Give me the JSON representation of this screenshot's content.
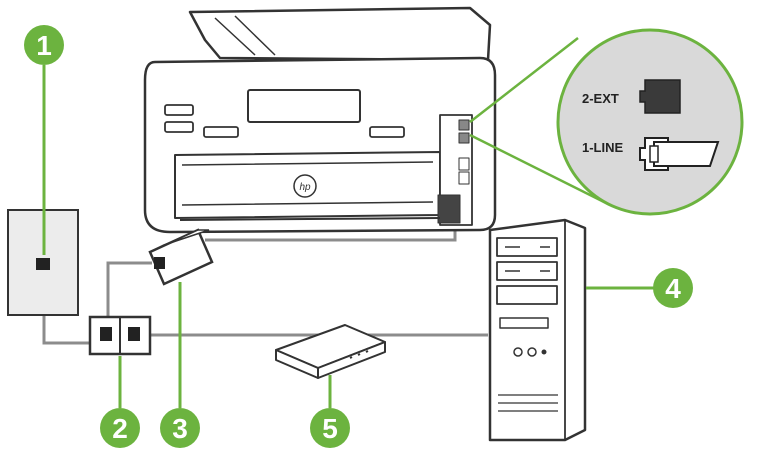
{
  "callouts": [
    {
      "number": "1",
      "meaning": "telephone wall jack"
    },
    {
      "number": "2",
      "meaning": "DSL/ADSL splitter"
    },
    {
      "number": "3",
      "meaning": "DSL/ADSL filter"
    },
    {
      "number": "4",
      "meaning": "computer"
    },
    {
      "number": "5",
      "meaning": "computer dial-up modem"
    }
  ],
  "ports": {
    "ext_label": "2-EXT",
    "line_label": "1-LINE"
  },
  "colors": {
    "callout_green": "#6cb33f",
    "line_gray": "#8c8c8c",
    "outline": "#333333",
    "zoom_bg": "#d9d9d9"
  },
  "icons": {
    "printer": "hp-printer-rear-view",
    "logo": "hp-logo"
  }
}
